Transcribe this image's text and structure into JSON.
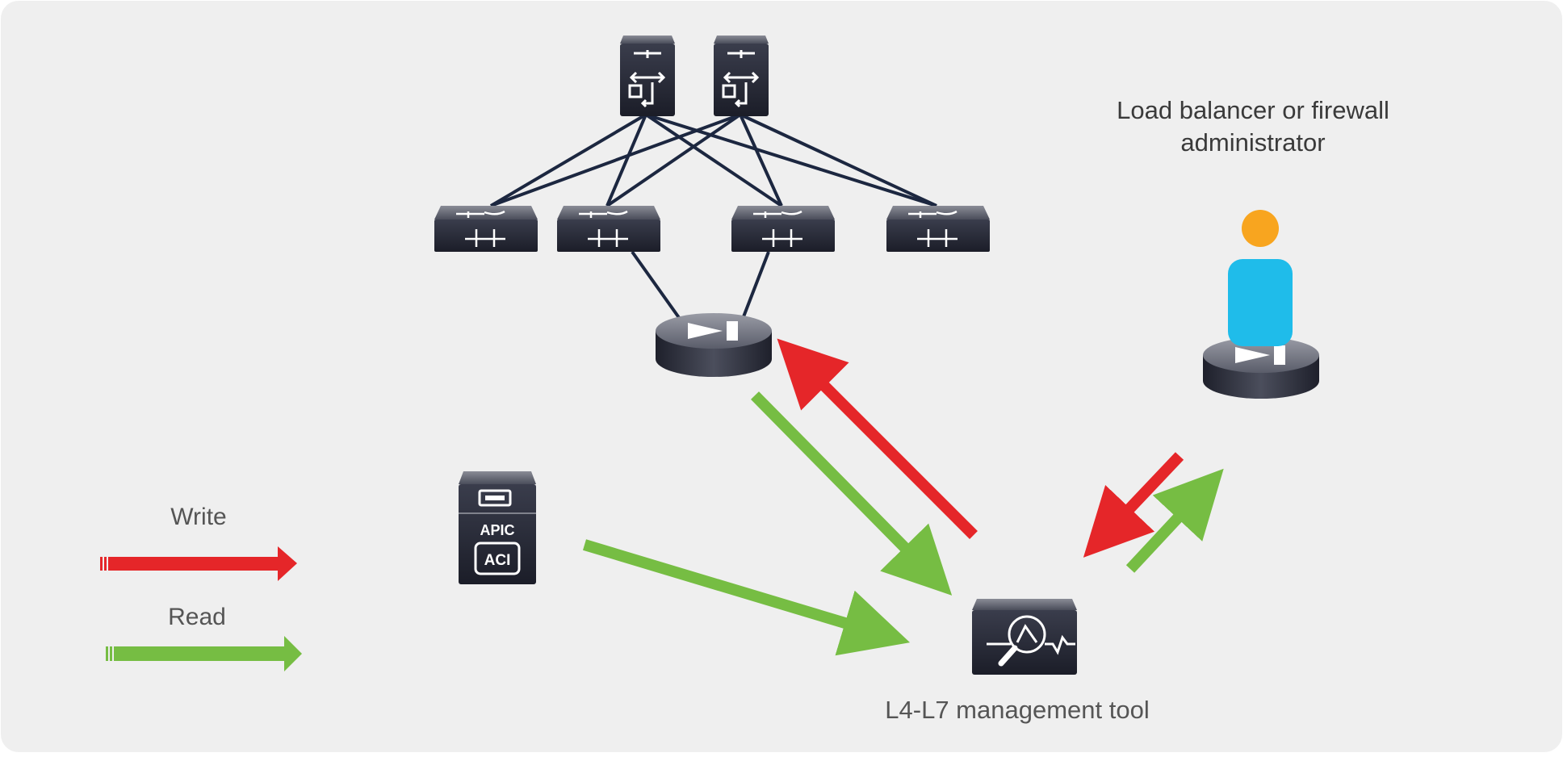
{
  "labels": {
    "admin_line1": "Load balancer or firewall",
    "admin_line2": "administrator",
    "legend_write": "Write",
    "legend_read": "Read",
    "mgmt_tool": "L4-L7 management tool",
    "apic": "APIC",
    "aci": "ACI"
  },
  "colors": {
    "background": "#efefef",
    "link": "#1c2740",
    "write": "#e52629",
    "read": "#76bd43",
    "person_head": "#f8a51f",
    "person_body": "#1fbcea",
    "device_dark": "#2b2e3b"
  },
  "icons": {
    "spine": "spine-switch-icon",
    "leaf": "leaf-switch-icon",
    "appliance": "load-balancer-appliance-icon",
    "controller": "apic-controller-icon",
    "tool": "management-tool-icon",
    "person": "administrator-person-icon"
  }
}
